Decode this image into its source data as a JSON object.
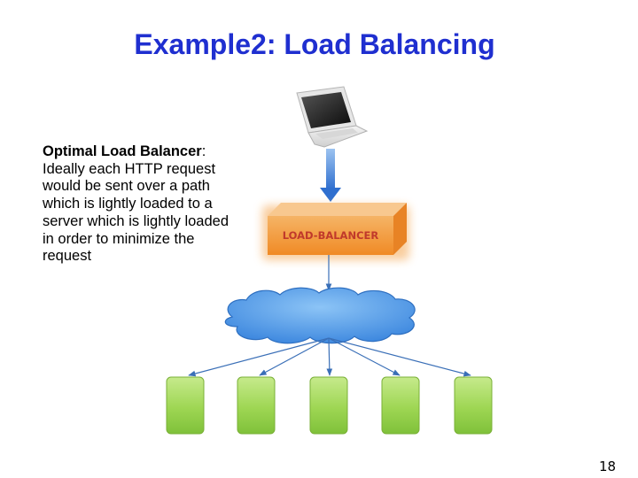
{
  "slide": {
    "title": "Example2: Load Balancing",
    "description_lead": "Optimal Load Balancer",
    "description_rest": ": Ideally each HTTP request would be sent over a path which is lightly loaded to a server which is lightly loaded in order to minimize the request",
    "page_number": "18"
  },
  "diagram": {
    "client_icon": "laptop-icon",
    "load_balancer_label": "LOAD-BALANCER",
    "network_icon": "cloud-icon",
    "server_count": 5,
    "colors": {
      "arrow_blue": "#3f7fd3",
      "load_balancer_orange": "#f39a3c",
      "cloud_blue": "#4f9bea",
      "server_green": "#9ad34a",
      "title_blue": "#1f2fd0"
    }
  }
}
